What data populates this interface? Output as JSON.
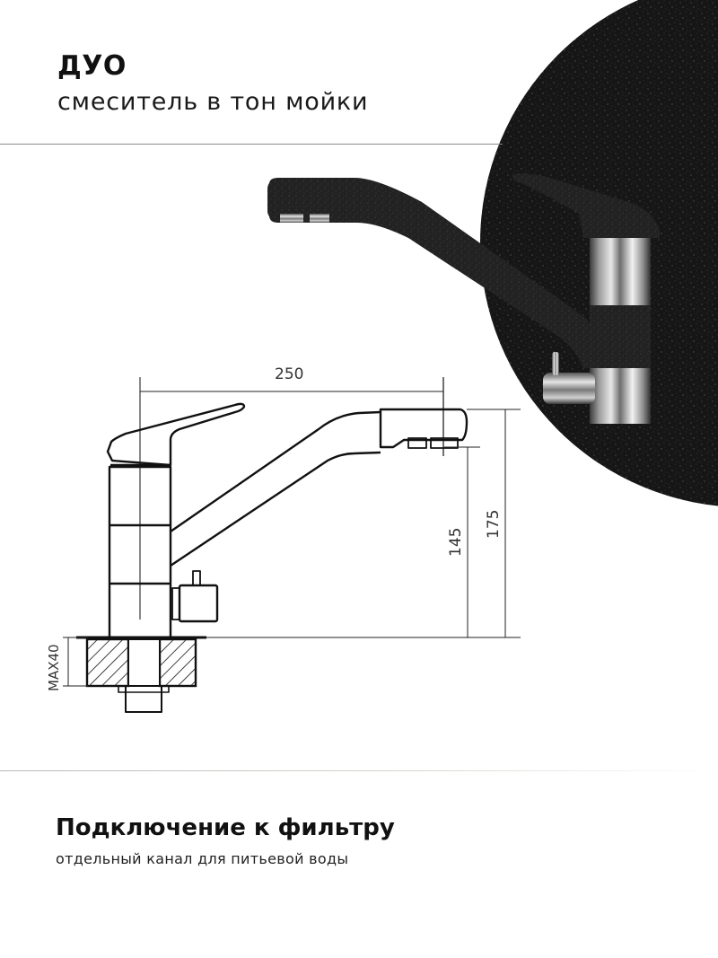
{
  "header": {
    "title": "ДУО",
    "subtitle": "смеситель в тон мойки"
  },
  "photo": {
    "description": "Faucet in black granite finish with chrome inserts on dark speckled circular background",
    "background_color": "#141414",
    "granite_color": "#1c1c1c",
    "chrome_color": "#b8b8b8"
  },
  "drawing": {
    "dimensions": {
      "spout_reach": "250",
      "spout_height": "145",
      "total_height": "175",
      "max_countertop": "MAX40"
    }
  },
  "feature": {
    "title": "Подключение к фильтру",
    "subtitle": "отдельный канал для питьевой воды"
  }
}
